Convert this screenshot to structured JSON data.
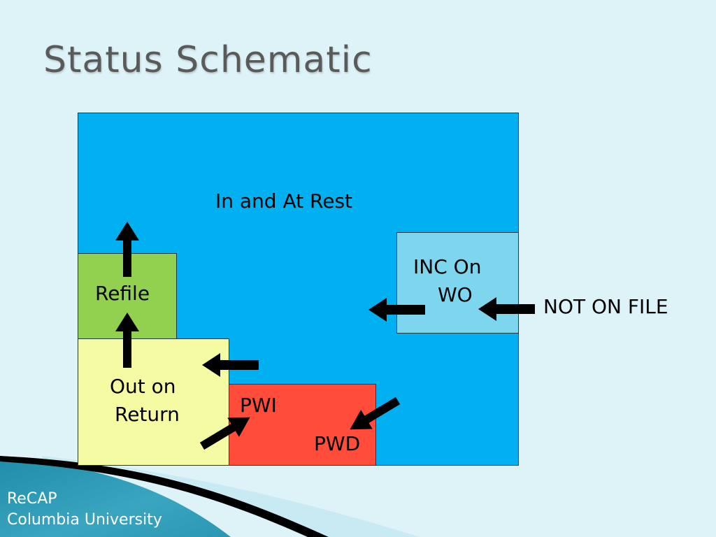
{
  "slide": {
    "title": "Status Schematic"
  },
  "diagram": {
    "in_and_at_rest": "In and At Rest",
    "refile": "Refile",
    "out_on_return_line1": "Out on",
    "out_on_return_line2": "Return",
    "pwi": "PWI",
    "pwd": "PWD",
    "inc_on_wo_line1": "INC On",
    "inc_on_wo_line2": "WO",
    "not_on_file": "NOT ON FILE",
    "colors": {
      "in_and_at_rest": "#00b0f0",
      "refile": "#92d050",
      "out_on_return": "#f4fba2",
      "pw": "#ff4c3b",
      "inc_on_wo": "#7ed6ee",
      "arrow": "#000000"
    }
  },
  "footer": {
    "line1": "ReCAP",
    "line2": "Columbia University"
  }
}
